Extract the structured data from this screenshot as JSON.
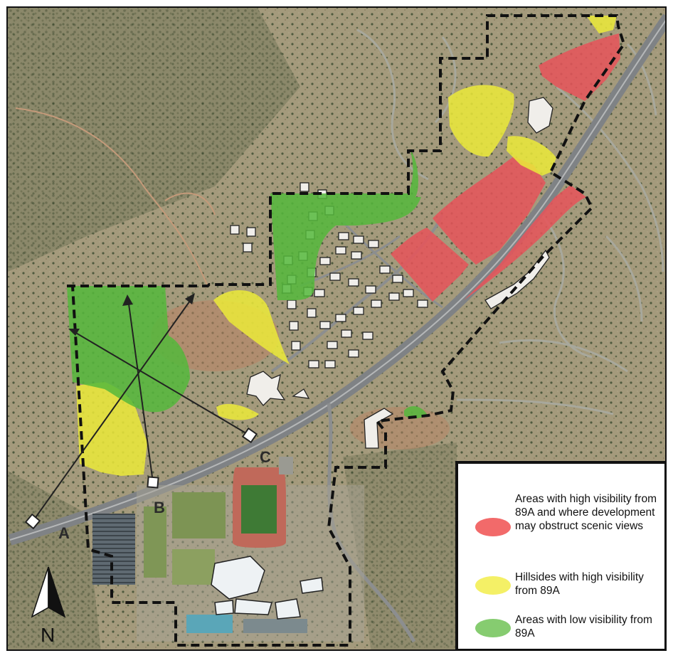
{
  "map": {
    "viewpoint_labels": [
      "A",
      "B",
      "C"
    ],
    "north_label": "N",
    "colors": {
      "red_zone": "#e8545a",
      "yellow_zone": "#ecea3a",
      "green_zone": "#55b83c",
      "boundary": "#111111"
    },
    "icons": [
      "north-arrow-icon"
    ]
  },
  "legend": {
    "items": [
      {
        "label": "Areas with high visibility from 89A and where development may obstruct scenic views",
        "color": "#f26a6a"
      },
      {
        "label": "Hillsides with high visibility from 89A",
        "color": "#f4f066"
      },
      {
        "label": "Areas with low visibility from 89A",
        "color": "#86cc70"
      }
    ]
  }
}
